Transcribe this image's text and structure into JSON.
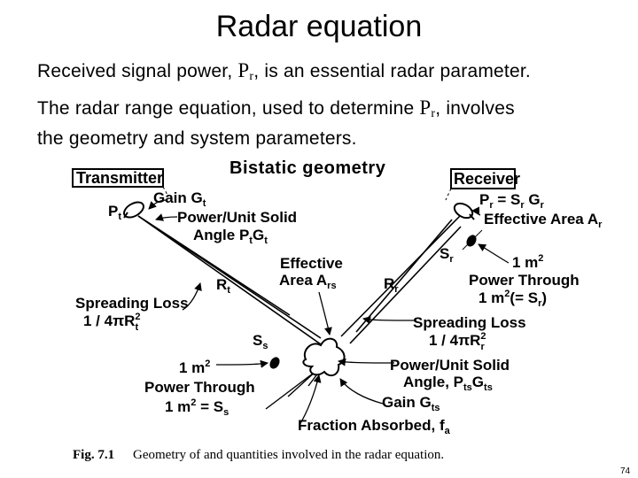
{
  "title": "Radar equation",
  "para1": {
    "before": "Received signal power, ",
    "symbol": "P",
    "symbol_sub": "r",
    "after": ", is an essential radar parameter."
  },
  "para2": {
    "before": "The radar range equation, used to determine ",
    "symbol": "P",
    "symbol_sub": "r",
    "after": ", involves",
    "line2": "the geometry and system parameters."
  },
  "diagram": {
    "heading": "Bistatic geometry",
    "transmitter_box": "Transmitter",
    "receiver_box": "Receiver",
    "tx_symbol": "P",
    "tx_symbol_sub": "t",
    "gain_t": "Gain G",
    "gain_t_sub": "t",
    "power_unit_solid": "Power/Unit Solid",
    "angle_pt_gt": "Angle P",
    "angle_pt_gt_sub1": "t",
    "angle_pt_gt_mid": "G",
    "angle_pt_gt_sub2": "t",
    "rx_eq": "P",
    "rx_eq_sub1": "r",
    "rx_eq_mid": " = S",
    "rx_eq_sub2": "r",
    "rx_eq_g": " G",
    "rx_eq_sub3": "r",
    "eff_area_r": "Effective Area A",
    "eff_area_r_sub": "r",
    "s_r": "S",
    "s_r_sub": "r",
    "one_m2_r": "1 m",
    "one_m2_r_sup": "2",
    "power_through_r": "Power Through",
    "one_m2_eq_r": "1 m",
    "one_m2_eq_r_sup": "2",
    "one_m2_eq_r_tail": "(= S",
    "one_m2_eq_r_sub": "r",
    "one_m2_eq_r_close": ")",
    "eff_area": "Effective",
    "area_ars": "Area A",
    "area_ars_sub": "rs",
    "r_t": "R",
    "r_t_sub": "t",
    "r_r": "R",
    "r_r_sub": "r",
    "spreading_loss_t": "Spreading Loss",
    "spread_formula_t": "1 / 4πR",
    "spread_formula_t_sup": "2",
    "spread_formula_t_sub": "t",
    "spreading_loss_r": "Spreading Loss",
    "spread_formula_r": "1 / 4πR",
    "spread_formula_r_sup": "2",
    "spread_formula_r_sub": "r",
    "s_s": "S",
    "s_s_sub": "s",
    "one_m2_s": "1 m",
    "one_m2_s_sup": "2",
    "power_through_s": "Power Through",
    "one_m2_eq_s": "1 m",
    "one_m2_eq_s_sup": "2",
    "one_m2_eq_s_tail": " = S",
    "one_m2_eq_s_sub": "s",
    "power_unit_solid_s": "Power/Unit Solid",
    "angle_pts_gts": "Angle, P",
    "angle_pts_gts_sub1": "ts",
    "angle_pts_gts_mid": "G",
    "angle_pts_gts_sub2": "ts",
    "gain_ts": "Gain G",
    "gain_ts_sub": "ts",
    "fraction_absorbed": "Fraction Absorbed, f",
    "fraction_absorbed_sub": "a",
    "caption_label": "Fig. 7.1",
    "caption_text": "Geometry of and quantities involved in the radar equation."
  },
  "page_number": "74"
}
